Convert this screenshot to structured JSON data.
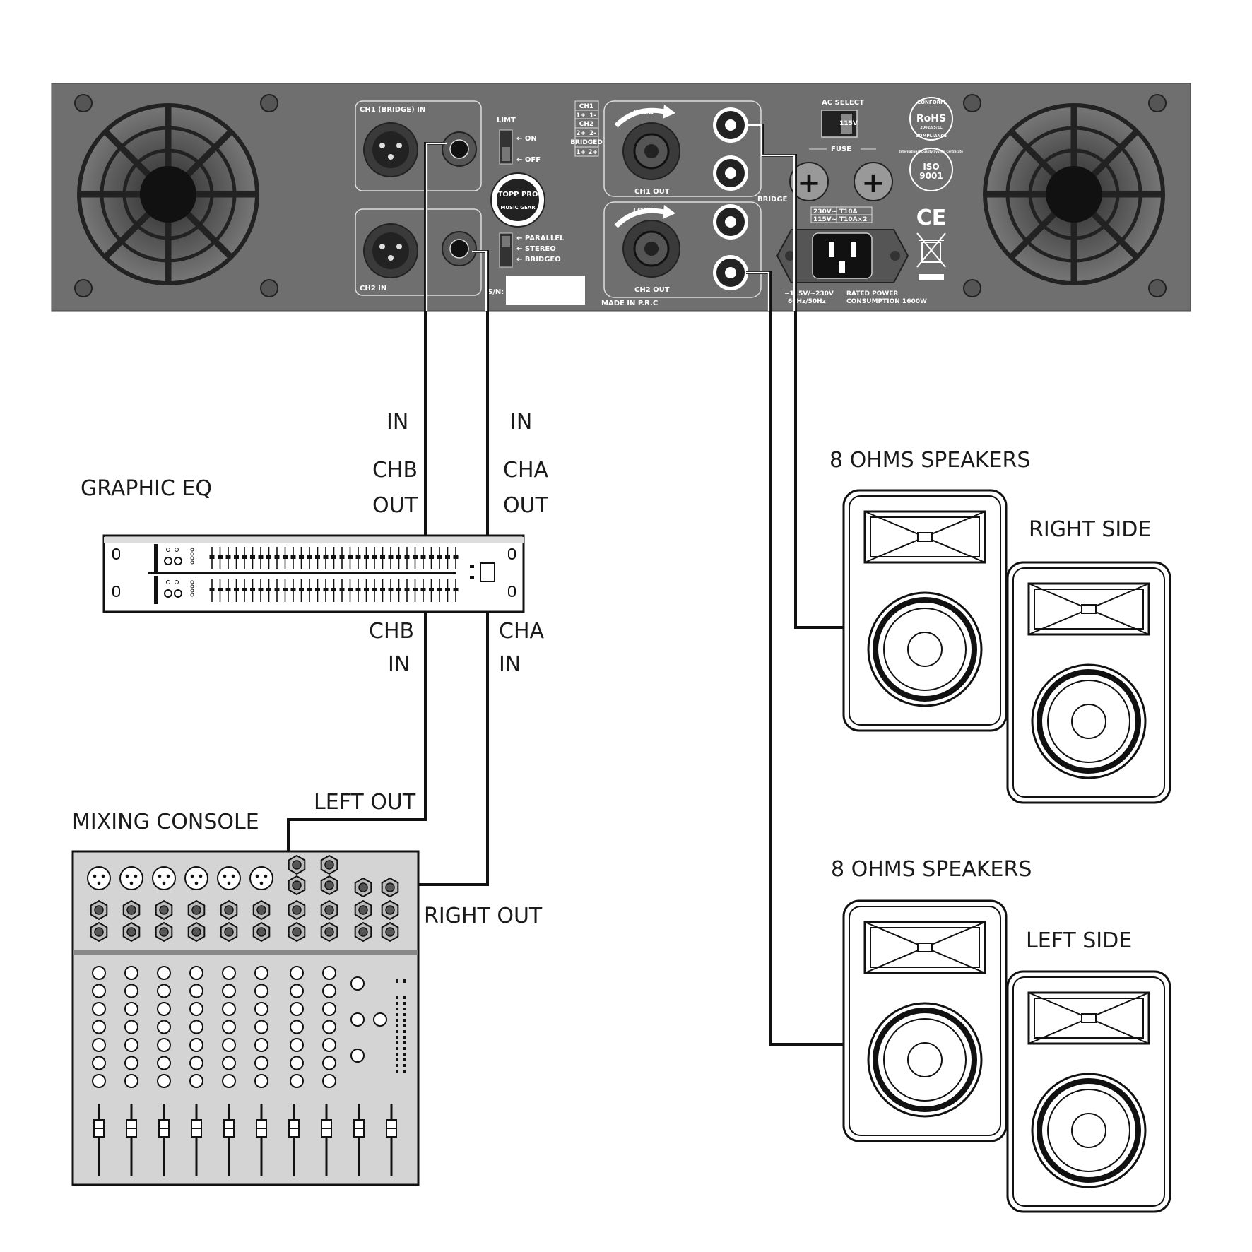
{
  "amplifier": {
    "ch1_in_label": "CH1 (BRIDGE) IN",
    "ch2_in_label": "CH2 IN",
    "limit_label": "LIMT",
    "limit_on": "ON",
    "limit_off": "OFF",
    "mode_options": [
      "PARALLEL",
      "STEREO",
      "BRIDGEO"
    ],
    "serial_label": "S/N:",
    "made_in": "MADE IN P.R.C",
    "ch1_out_label": "CH1 OUT",
    "ch2_out_label": "CH2 OUT",
    "lock_label": "LOCK",
    "bridge_label": "BRIDGE",
    "mode_table": [
      [
        "CH1"
      ],
      [
        "1+",
        "1-"
      ],
      [
        "CH2"
      ],
      [
        "2+",
        "2-"
      ],
      [
        "BRIDGED"
      ],
      [
        "1+",
        "2+"
      ]
    ],
    "ac_select_label": "AC SELECT",
    "ac_select_value": "115V",
    "fuse_label": "FUSE",
    "fuse_table": [
      [
        "230V~",
        "T10A"
      ],
      [
        "115V~",
        "T10A×2"
      ]
    ],
    "voltage_line1": "~115V/~230V",
    "voltage_line2": "60Hz/50Hz",
    "power_line1": "RATED POWER",
    "power_line2": "CONSUMPTION 1600W",
    "brand_line1": "TOPP PRO",
    "brand_line2": "MUSIC GEAR",
    "rohs_top": "CONFORM",
    "rohs_main": "RoHS",
    "rohs_code": "2002/95/EC",
    "rohs_bottom": "COMPLIANCE",
    "iso_top": "International Quality System Certificate",
    "iso_line1": "ISO",
    "iso_line2": "9001",
    "ce_mark": "CE"
  },
  "labels": {
    "graphic_eq": "GRAPHIC EQ",
    "eq_out_in_b": "IN",
    "eq_out_in_a": "IN",
    "chb_out_1": "CHB",
    "chb_out_2": "OUT",
    "cha_out_1": "CHA",
    "cha_out_2": "OUT",
    "chb_in_1": "CHB",
    "chb_in_2": "IN",
    "cha_in_1": "CHA",
    "cha_in_2": "IN",
    "left_out": "LEFT OUT",
    "right_out": "RIGHT OUT",
    "mixing_console": "MIXING CONSOLE",
    "speakers_top": "8 OHMS SPEAKERS",
    "right_side": "RIGHT SIDE",
    "speakers_bottom": "8 OHMS SPEAKERS",
    "left_side": "LEFT SIDE"
  },
  "colors": {
    "amp_panel": "#6f6f6f",
    "amp_dark": "#3a3a3a",
    "line": "#111111",
    "device_fill": "#ffffff",
    "console_grey": "#d4d4d4"
  }
}
